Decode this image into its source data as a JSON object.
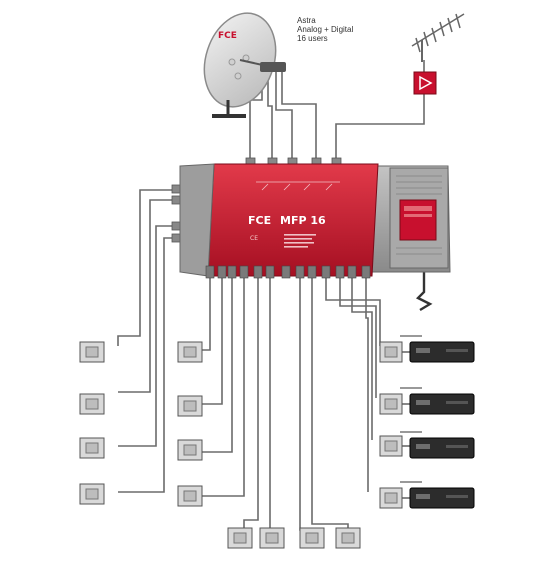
{
  "caption": {
    "line1": "Astra",
    "line2": "Analog + Digital",
    "line3": "16 users"
  },
  "dish": {
    "brand": "FCE"
  },
  "multiswitch": {
    "brand": "FCE",
    "model": "MFP 16",
    "mark": "CE"
  },
  "colors": {
    "device_red": "#c8102e",
    "device_dark_red": "#8e1020",
    "grey_housing": "#9a9a9a",
    "cable": "#6b6b6b",
    "outlet": "#d9d9d9"
  },
  "icons": {
    "satellite_dish": "satellite-dish-icon",
    "terrestrial_antenna": "yagi-antenna-icon",
    "amplifier": "amplifier-icon",
    "wall_socket": "wall-outlet-icon",
    "receiver": "set-top-box-icon"
  }
}
